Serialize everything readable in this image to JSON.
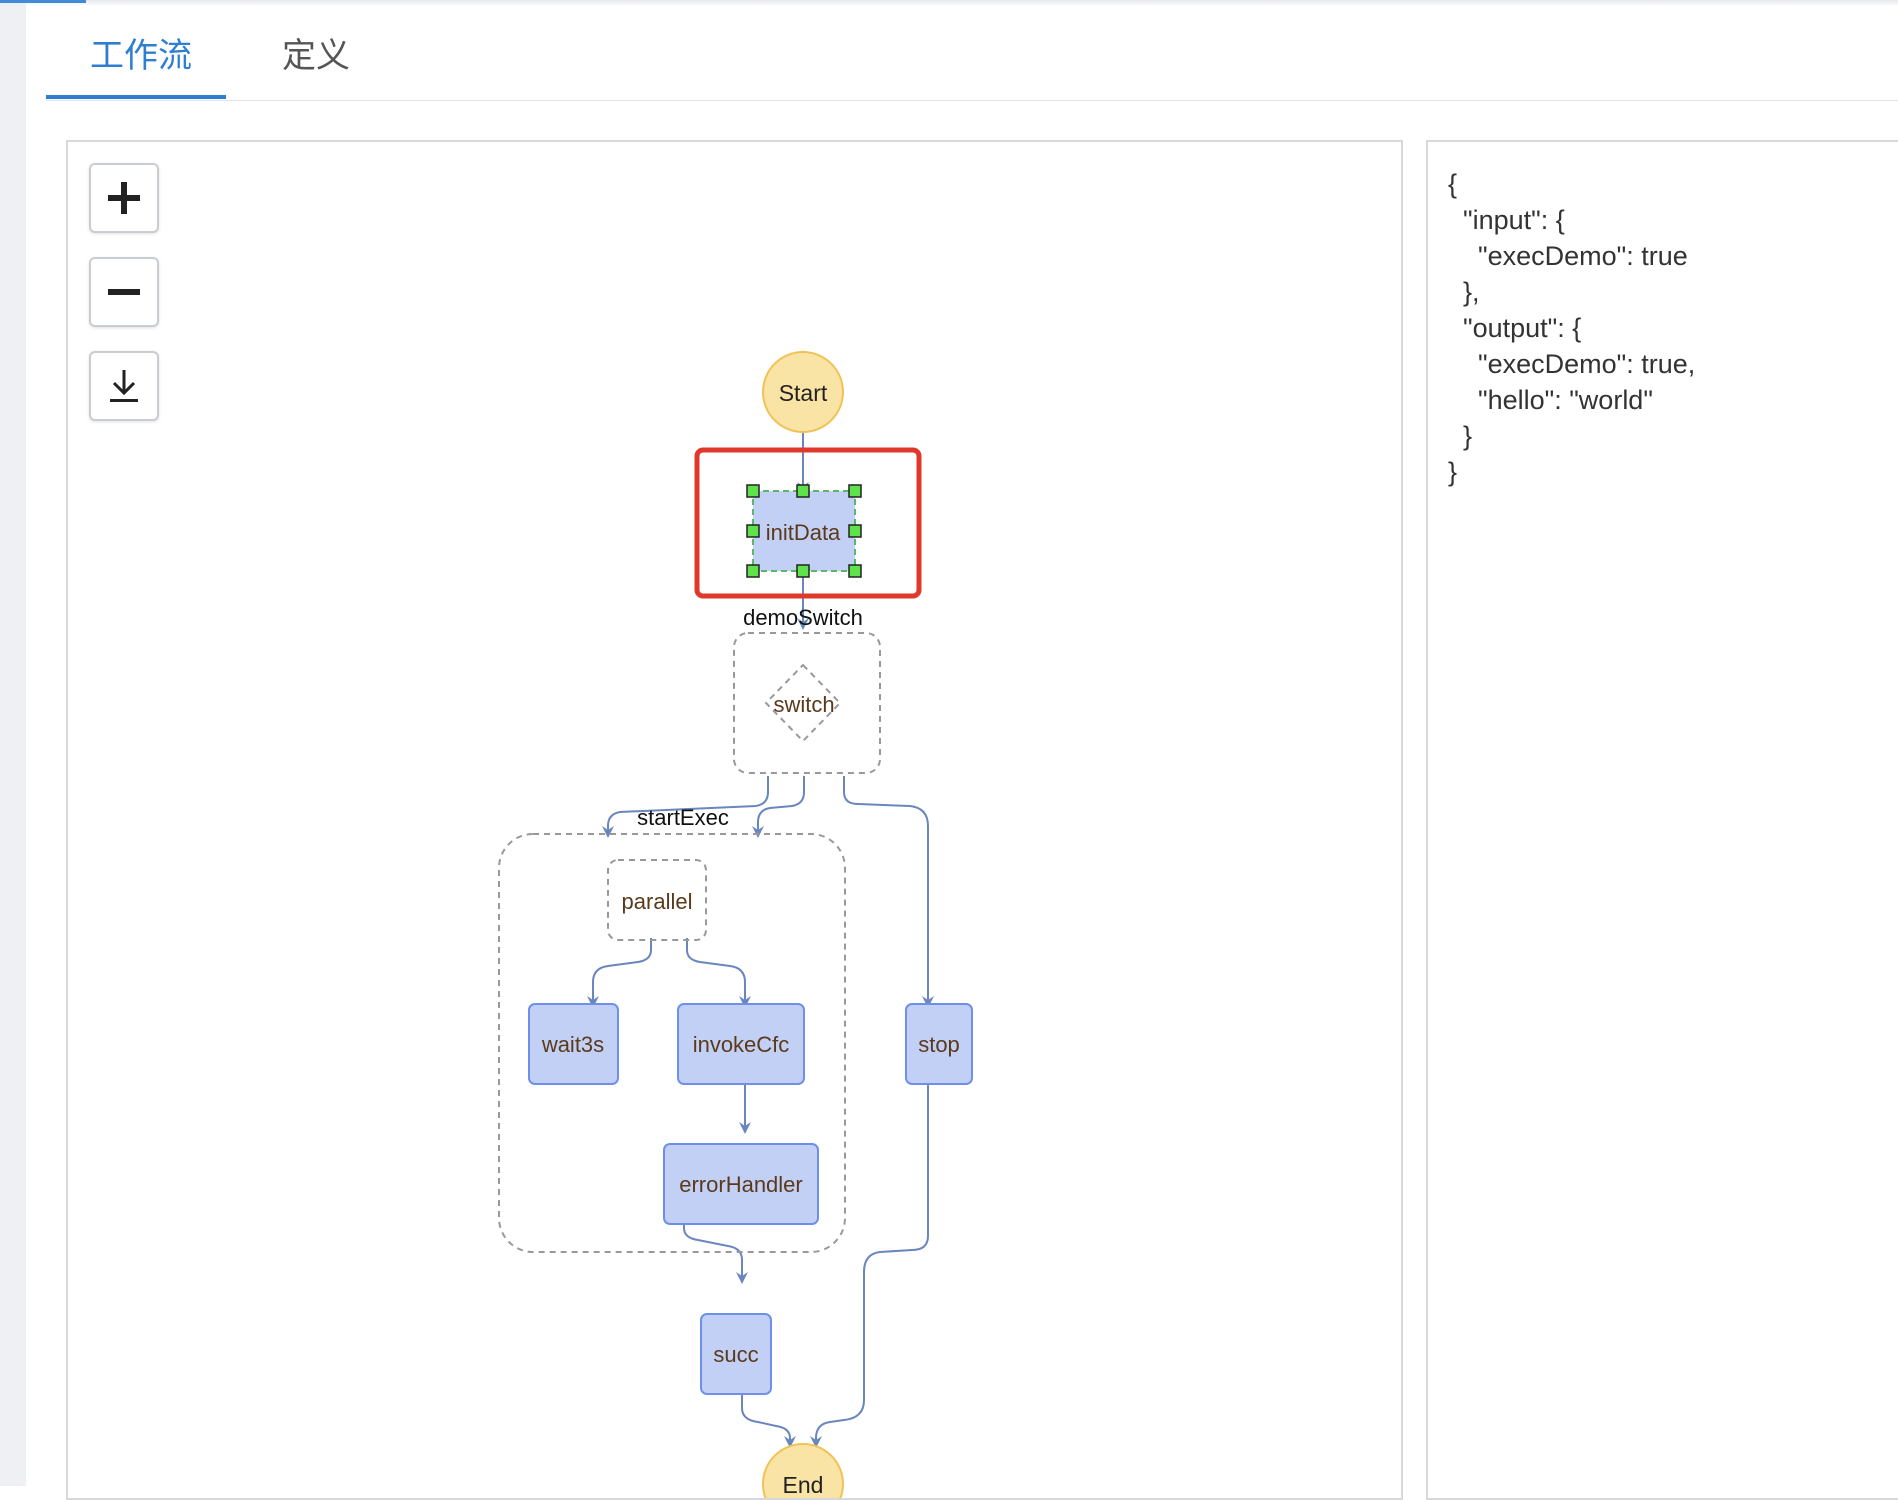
{
  "tabs": [
    {
      "label": "工作流",
      "active": true
    },
    {
      "label": "定义",
      "active": false
    }
  ],
  "toolbar": {
    "zoom_in_icon": "plus-icon",
    "zoom_out_icon": "minus-icon",
    "download_icon": "download-icon"
  },
  "workflow": {
    "nodes": {
      "start": "Start",
      "init_data": "initData",
      "switch": "switch",
      "parallel": "parallel",
      "wait3s": "wait3s",
      "invoke_cfc": "invokeCfc",
      "error_handler": "errorHandler",
      "stop": "stop",
      "succ": "succ",
      "end": "End"
    },
    "group_labels": {
      "demo_switch": "demoSwitch",
      "start_exec": "startExec"
    },
    "selected_node": "initData"
  },
  "json_view": "{\n  \"input\": {\n    \"execDemo\": true\n  },\n  \"output\": {\n    \"execDemo\": true,\n    \"hello\": \"world\"\n  }\n}",
  "colors": {
    "accent": "#2f7fd1",
    "node_fill": "#c3d0f6",
    "node_stroke": "#6f8fe8",
    "start_fill": "#f9e4a6",
    "start_stroke": "#f1c256",
    "edge": "#6a86be",
    "selection_box": "#e0382b",
    "handle": "#5ee34a"
  }
}
